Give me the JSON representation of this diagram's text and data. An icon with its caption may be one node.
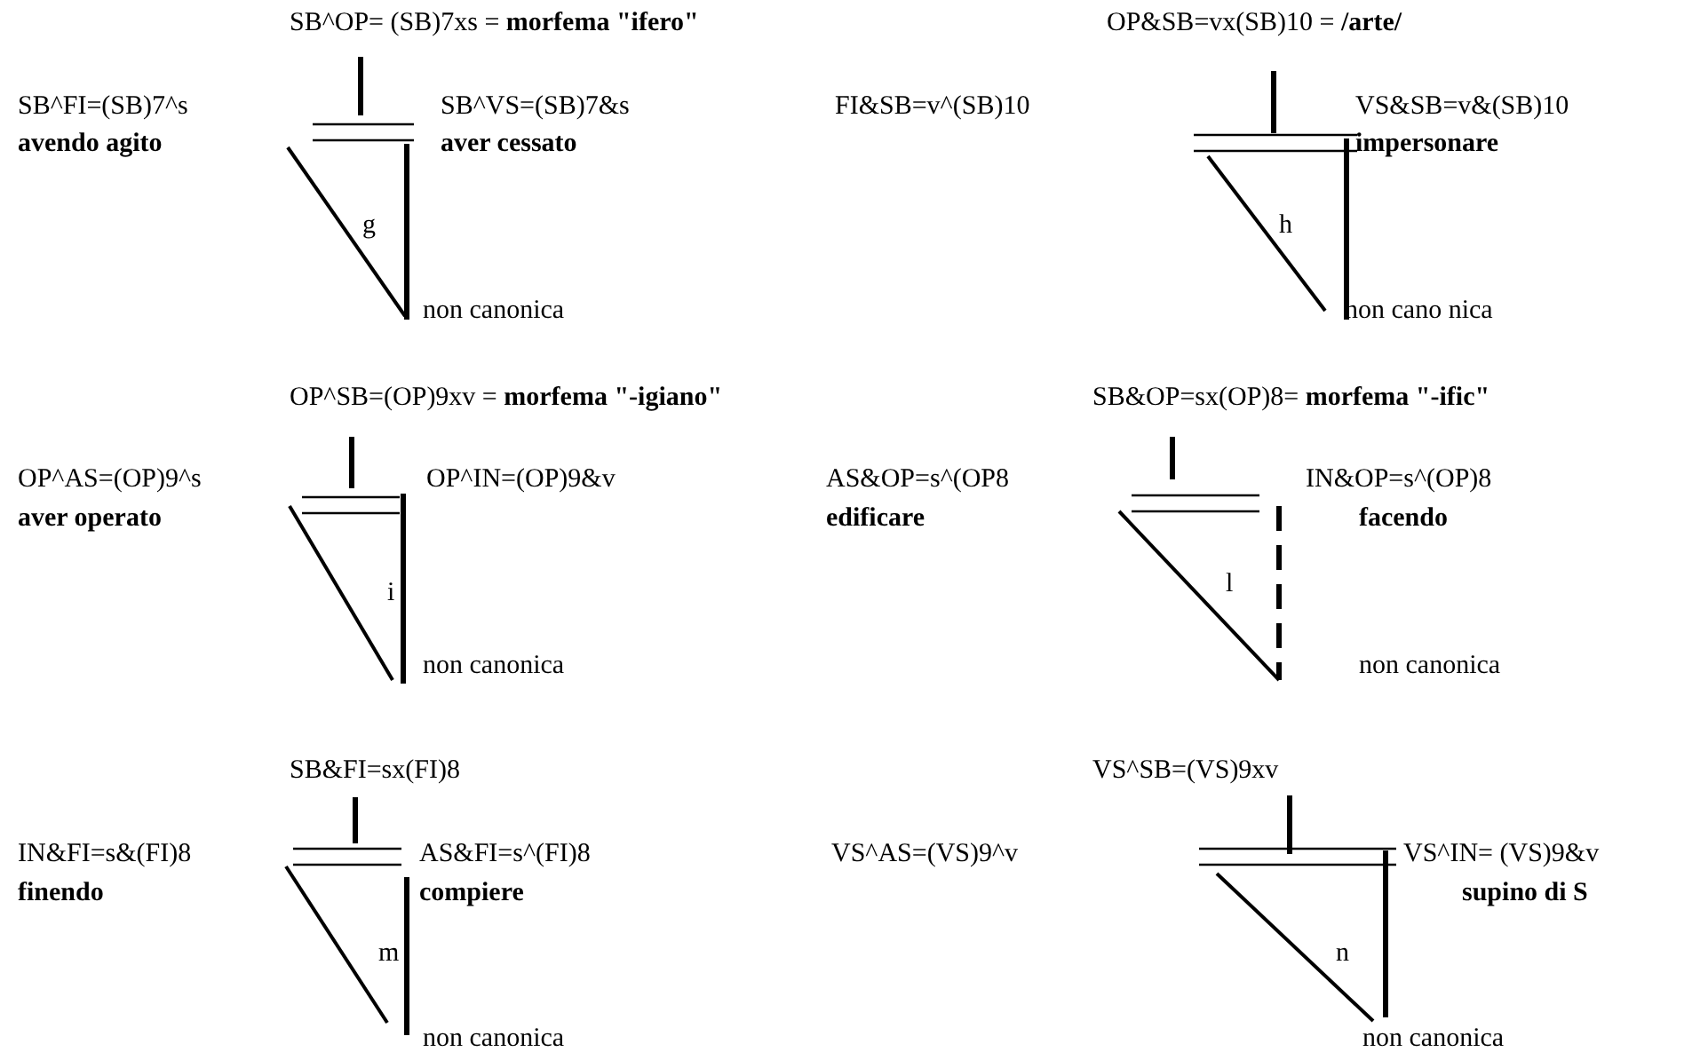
{
  "diagram": {
    "labels": [
      "SB^OP= (SB)7xs = **morfema \"ifero\"**",
      "SB^FI=(SB)7^s",
      "avendo agito",
      "SB^VS=(SB)7&s",
      "aver cessato",
      "g",
      "non canonica",
      "OP&SB=vx(SB)10 = **/arte/**",
      "FI&SB=v^(SB)10",
      "VS&SB=v&(SB)10",
      "impersonare",
      "h",
      "non cano nica",
      "OP^SB=(OP)9xv = **morfema \"-igiano\"**",
      "OP^AS=(OP)9^s",
      "aver operato",
      "OP^IN=(OP)9&v",
      "i",
      "non canonica",
      "SB&OP=sx(OP)8= **morfema \"-ific\"**",
      "AS&OP=s^(OP8",
      "edificare",
      "IN&OP=s^(OP)8",
      "facendo",
      "l",
      "non canonica",
      "SB&FI=sx(FI)8",
      "IN&FI=s&(FI)8",
      "finendo",
      "AS&FI=s^(FI)8",
      "compiere",
      "m",
      "non canonica",
      "VS^SB=(VS)9xv",
      "VS^AS=(VS)9^v",
      "VS^IN= (VS)9&v",
      "supino di S",
      "n",
      "non canonica"
    ]
  }
}
